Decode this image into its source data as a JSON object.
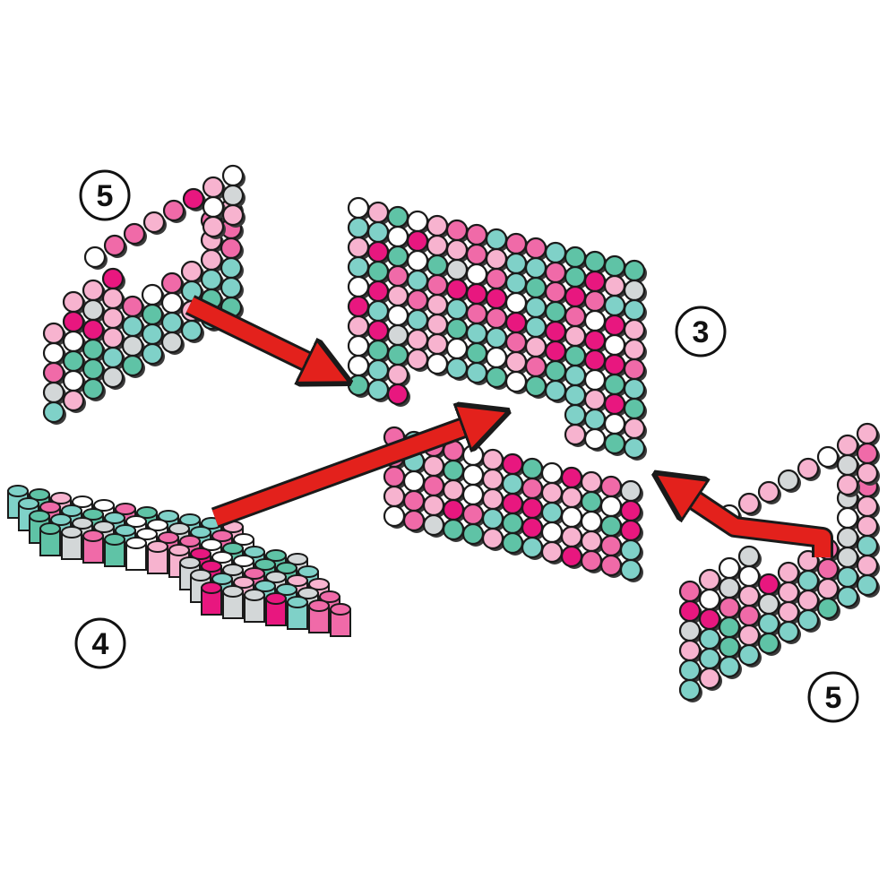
{
  "title": "",
  "steps": [
    {
      "id": "left-5",
      "label": "5"
    },
    {
      "id": "center-3",
      "label": "3"
    },
    {
      "id": "bottom-4",
      "label": "4"
    },
    {
      "id": "right-5",
      "label": "5"
    }
  ],
  "colors": {
    "outline": "#1a1a1a",
    "arrow": "#e3211c",
    "bead_palette": [
      "#e8177f",
      "#f06aa8",
      "#f7b3cf",
      "#ffffff",
      "#d3d7d8",
      "#7fd1c8",
      "#5fc3a6"
    ],
    "background": "#ffffff"
  },
  "pieces": [
    {
      "name": "left-side-panel",
      "step": "5"
    },
    {
      "name": "center-back-and-seat",
      "step": "3"
    },
    {
      "name": "bottom-base-plate",
      "step": "4"
    },
    {
      "name": "right-side-panel",
      "step": "5"
    }
  ],
  "arrows": [
    {
      "from": "left-side-panel",
      "to": "center-back-and-seat"
    },
    {
      "from": "bottom-base-plate",
      "to": "center-back-and-seat"
    },
    {
      "from": "right-side-panel",
      "to": "center-back-and-seat"
    }
  ]
}
